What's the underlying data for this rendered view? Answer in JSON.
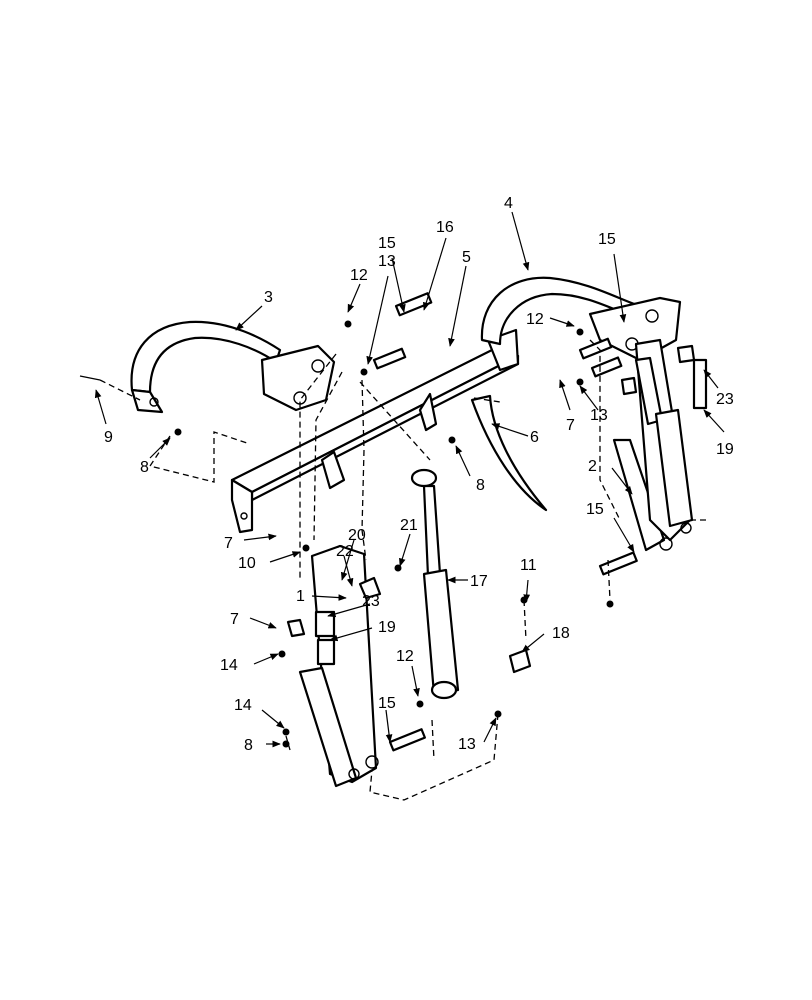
{
  "diagram": {
    "callouts": [
      {
        "id": "c-1",
        "label": "1"
      },
      {
        "id": "c-2",
        "label": "2"
      },
      {
        "id": "c-3",
        "label": "3"
      },
      {
        "id": "c-4",
        "label": "4"
      },
      {
        "id": "c-5",
        "label": "5"
      },
      {
        "id": "c-6",
        "label": "6"
      },
      {
        "id": "c-7a",
        "label": "7"
      },
      {
        "id": "c-7b",
        "label": "7"
      },
      {
        "id": "c-7c",
        "label": "7"
      },
      {
        "id": "c-8a",
        "label": "8"
      },
      {
        "id": "c-8b",
        "label": "8"
      },
      {
        "id": "c-8c",
        "label": "8"
      },
      {
        "id": "c-9",
        "label": "9"
      },
      {
        "id": "c-10",
        "label": "10"
      },
      {
        "id": "c-11",
        "label": "11"
      },
      {
        "id": "c-12a",
        "label": "12"
      },
      {
        "id": "c-12b",
        "label": "12"
      },
      {
        "id": "c-12c",
        "label": "12"
      },
      {
        "id": "c-13a",
        "label": "13"
      },
      {
        "id": "c-13b",
        "label": "13"
      },
      {
        "id": "c-13c",
        "label": "13"
      },
      {
        "id": "c-14a",
        "label": "14"
      },
      {
        "id": "c-14b",
        "label": "14"
      },
      {
        "id": "c-15a",
        "label": "15"
      },
      {
        "id": "c-15b",
        "label": "15"
      },
      {
        "id": "c-15c",
        "label": "15"
      },
      {
        "id": "c-15d",
        "label": "15"
      },
      {
        "id": "c-16",
        "label": "16"
      },
      {
        "id": "c-17",
        "label": "17"
      },
      {
        "id": "c-18",
        "label": "18"
      },
      {
        "id": "c-19a",
        "label": "19"
      },
      {
        "id": "c-19b",
        "label": "19"
      },
      {
        "id": "c-20",
        "label": "20"
      },
      {
        "id": "c-21",
        "label": "21"
      },
      {
        "id": "c-22",
        "label": "22"
      },
      {
        "id": "c-23a",
        "label": "23"
      },
      {
        "id": "c-23b",
        "label": "23"
      }
    ]
  }
}
